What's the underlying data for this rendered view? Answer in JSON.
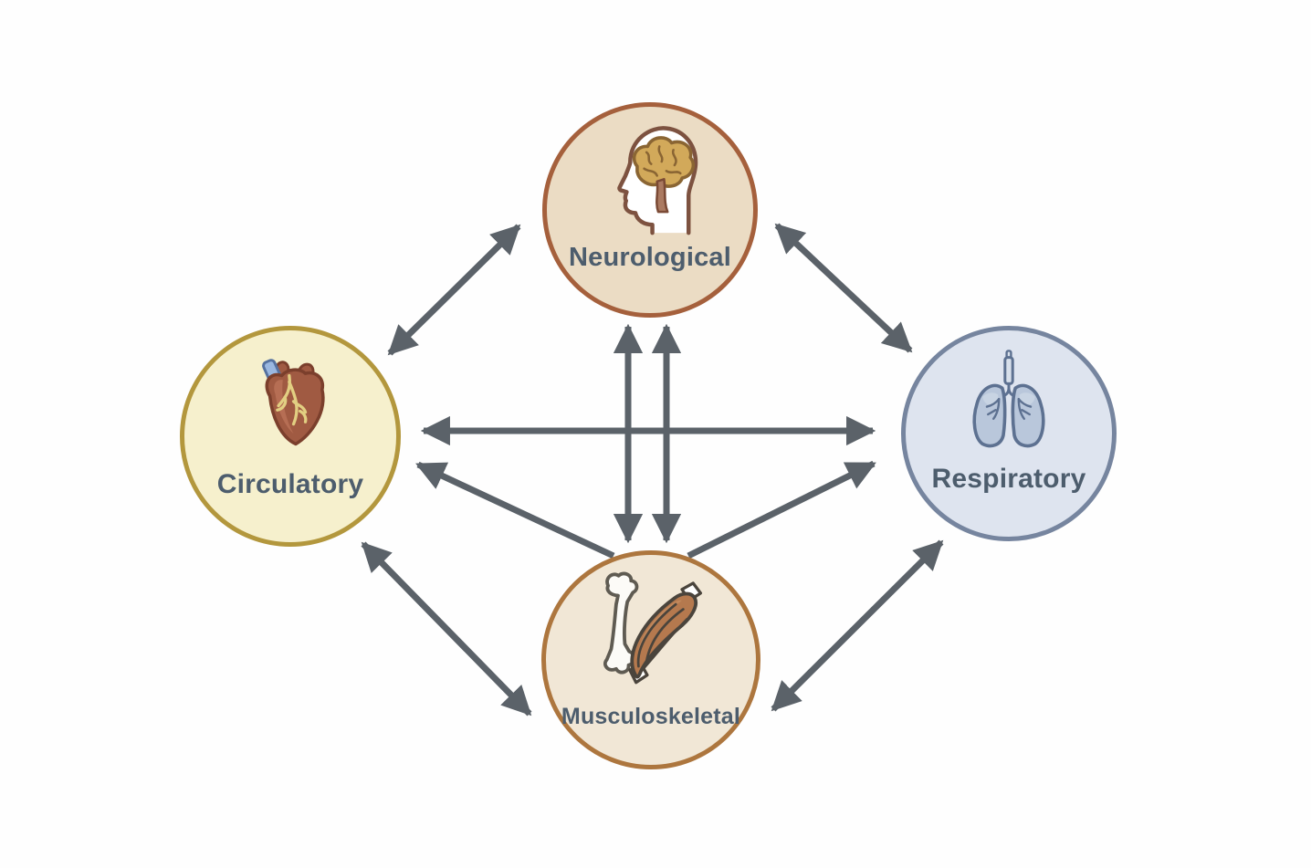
{
  "diagram": {
    "background": "#ffffff",
    "arrow_color": "#5b6269",
    "label_color": "#4d5d6d",
    "nodes": [
      {
        "id": "neurological",
        "label": "Neurological",
        "icon": "brain-head-icon",
        "fill": "#ebdcc4",
        "border": "#a5603c"
      },
      {
        "id": "circulatory",
        "label": "Circulatory",
        "icon": "heart-icon",
        "fill": "#f6f0cd",
        "border": "#b3973d"
      },
      {
        "id": "respiratory",
        "label": "Respiratory",
        "icon": "lungs-icon",
        "fill": "#dee4ef",
        "border": "#76859f"
      },
      {
        "id": "musculoskeletal",
        "label": "Musculoskeletal",
        "icon": "bone-muscle-icon",
        "fill": "#f1e7d6",
        "border": "#ad763e"
      }
    ],
    "edges": [
      {
        "from": "Circulatory",
        "to": "Neurological",
        "type": "bidirectional"
      },
      {
        "from": "Neurological",
        "to": "Respiratory",
        "type": "bidirectional"
      },
      {
        "from": "Circulatory",
        "to": "Respiratory",
        "type": "bidirectional"
      },
      {
        "from": "Neurological",
        "to": "Musculoskeletal",
        "type": "bidirectional-parallel-pair"
      },
      {
        "from": "Circulatory",
        "to": "Musculoskeletal",
        "type": "bidirectional"
      },
      {
        "from": "Musculoskeletal",
        "to": "Respiratory",
        "type": "bidirectional"
      },
      {
        "from": "Musculoskeletal",
        "to": "Circulatory",
        "type": "one-way"
      },
      {
        "from": "Musculoskeletal",
        "to": "Respiratory",
        "type": "one-way"
      }
    ]
  }
}
